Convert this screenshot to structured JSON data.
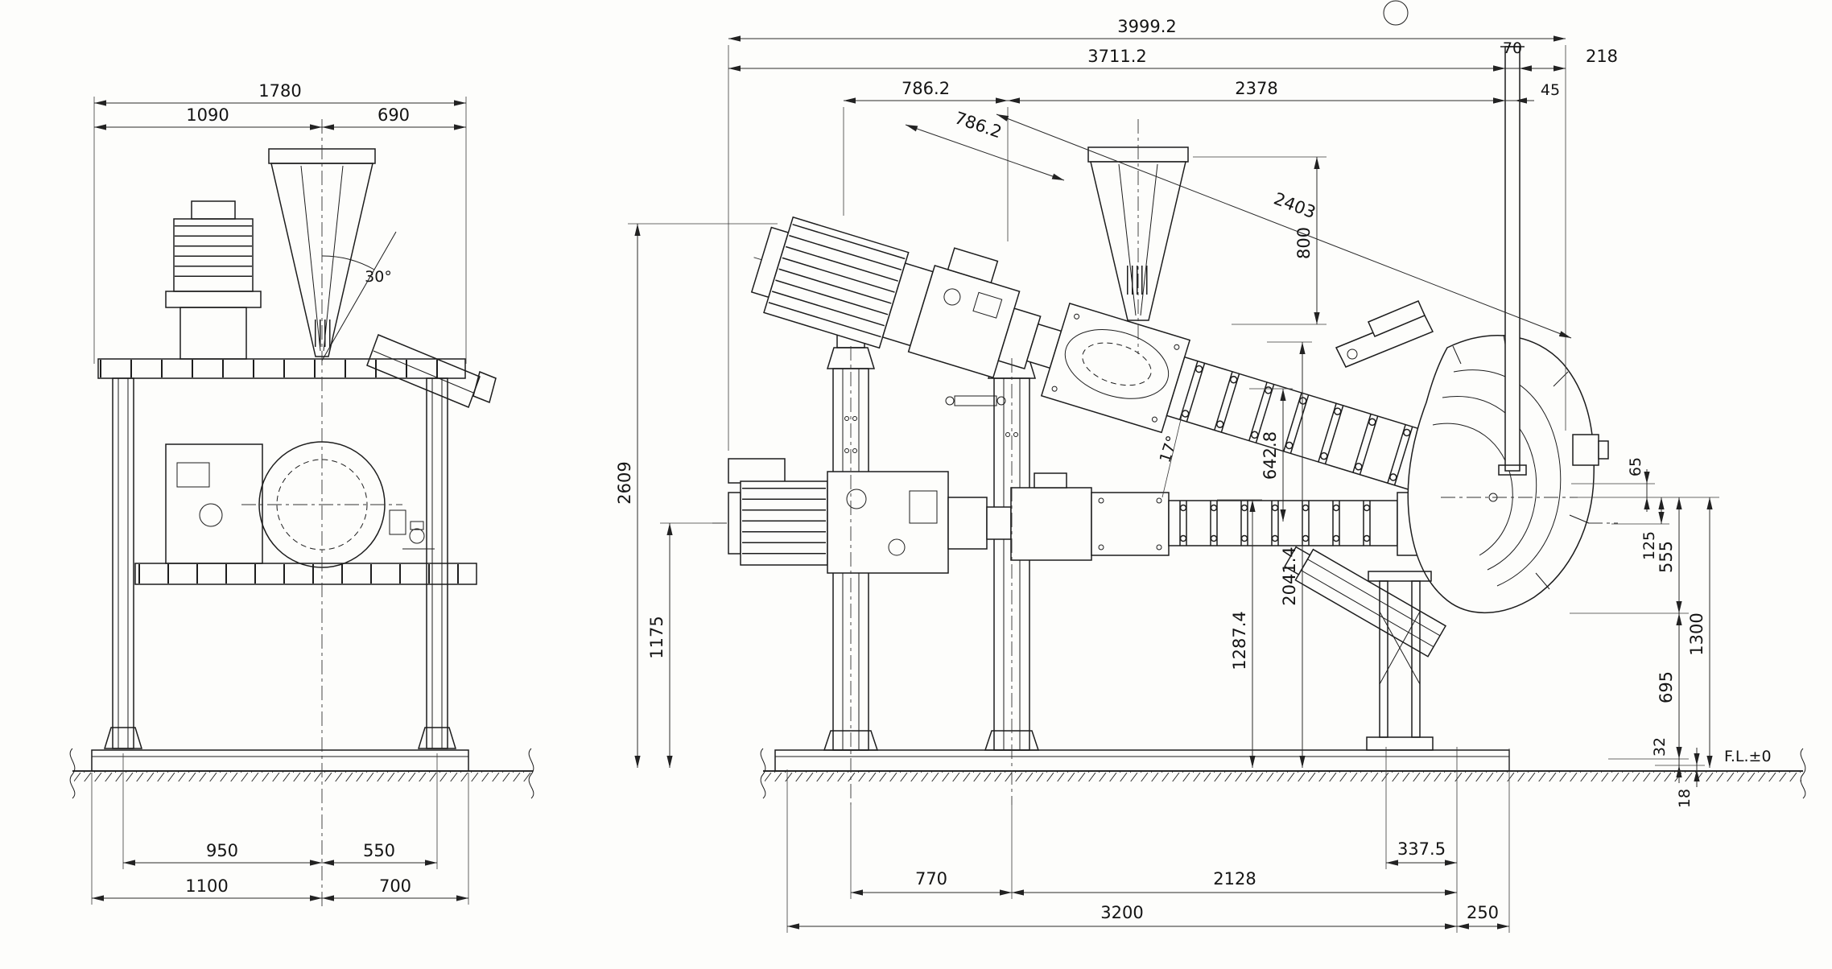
{
  "sheet": {
    "background": "#fdfdfb",
    "line_color": "#1d1d1d"
  },
  "left_view": {
    "dim_total_width": "1780",
    "dim_width_left": "1090",
    "dim_width_right": "690",
    "dim_angle": "30°",
    "dim_base_inner_left": "950",
    "dim_base_inner_right": "550",
    "dim_base_outer_left": "1100",
    "dim_base_outer_right": "700"
  },
  "side_view": {
    "dim_overall_length": "3999.2",
    "dim_length_sub": "3711.2",
    "dim_col_70": "70",
    "dim_right_218": "218",
    "dim_row3_left": "786.2",
    "dim_row3_mid": "2378",
    "dim_row3_right": "45",
    "dim_incline_786": "786.2",
    "dim_incline_2403": "2403",
    "dim_hopper_800": "800",
    "dim_height_2609": "2609",
    "dim_height_1175": "1175",
    "dim_angle_17": "17°",
    "dim_642_8": "642.8",
    "dim_2041_4": "2041.4",
    "dim_1287_4": "1287.4",
    "dim_65": "65",
    "dim_125": "125",
    "dim_555": "555",
    "dim_1300": "1300",
    "dim_695": "695",
    "dim_32": "32",
    "dim_18": "18",
    "floor_label": "F.L.±0",
    "dim_337_5": "337.5",
    "dim_770": "770",
    "dim_2128": "2128",
    "dim_3200": "3200",
    "dim_250": "250"
  }
}
